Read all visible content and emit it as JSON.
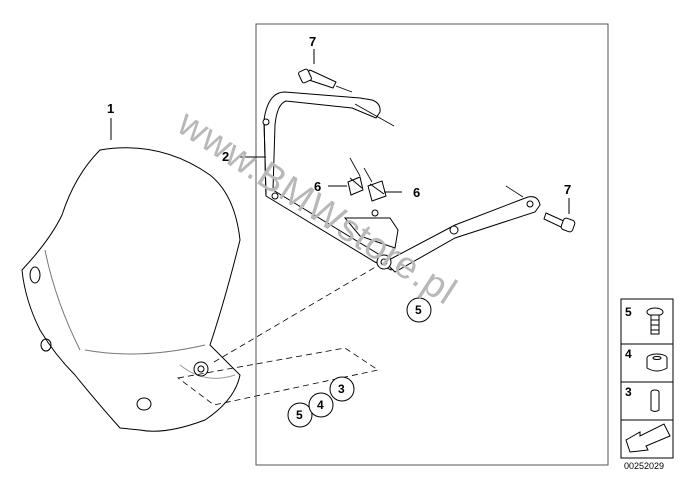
{
  "watermark": "www.BMWstore.pl",
  "callouts": {
    "windshield": "1",
    "bracket": "2",
    "bolt_top": "7",
    "bolt_right": "7",
    "clip_left": "6",
    "clip_right": "6"
  },
  "circled_labels": {
    "bracket_bolt": "5",
    "kit_5": "5",
    "kit_4": "4",
    "kit_3": "3"
  },
  "legend": [
    {
      "number": "5",
      "icon": "screw-icon"
    },
    {
      "number": "4",
      "icon": "rubber-grommet-icon"
    },
    {
      "number": "3",
      "icon": "spacer-sleeve-icon"
    }
  ],
  "reference_number": "00252029",
  "colors": {
    "line": "#000000",
    "watermark": "#b8b8b8",
    "frame": "#555555"
  }
}
